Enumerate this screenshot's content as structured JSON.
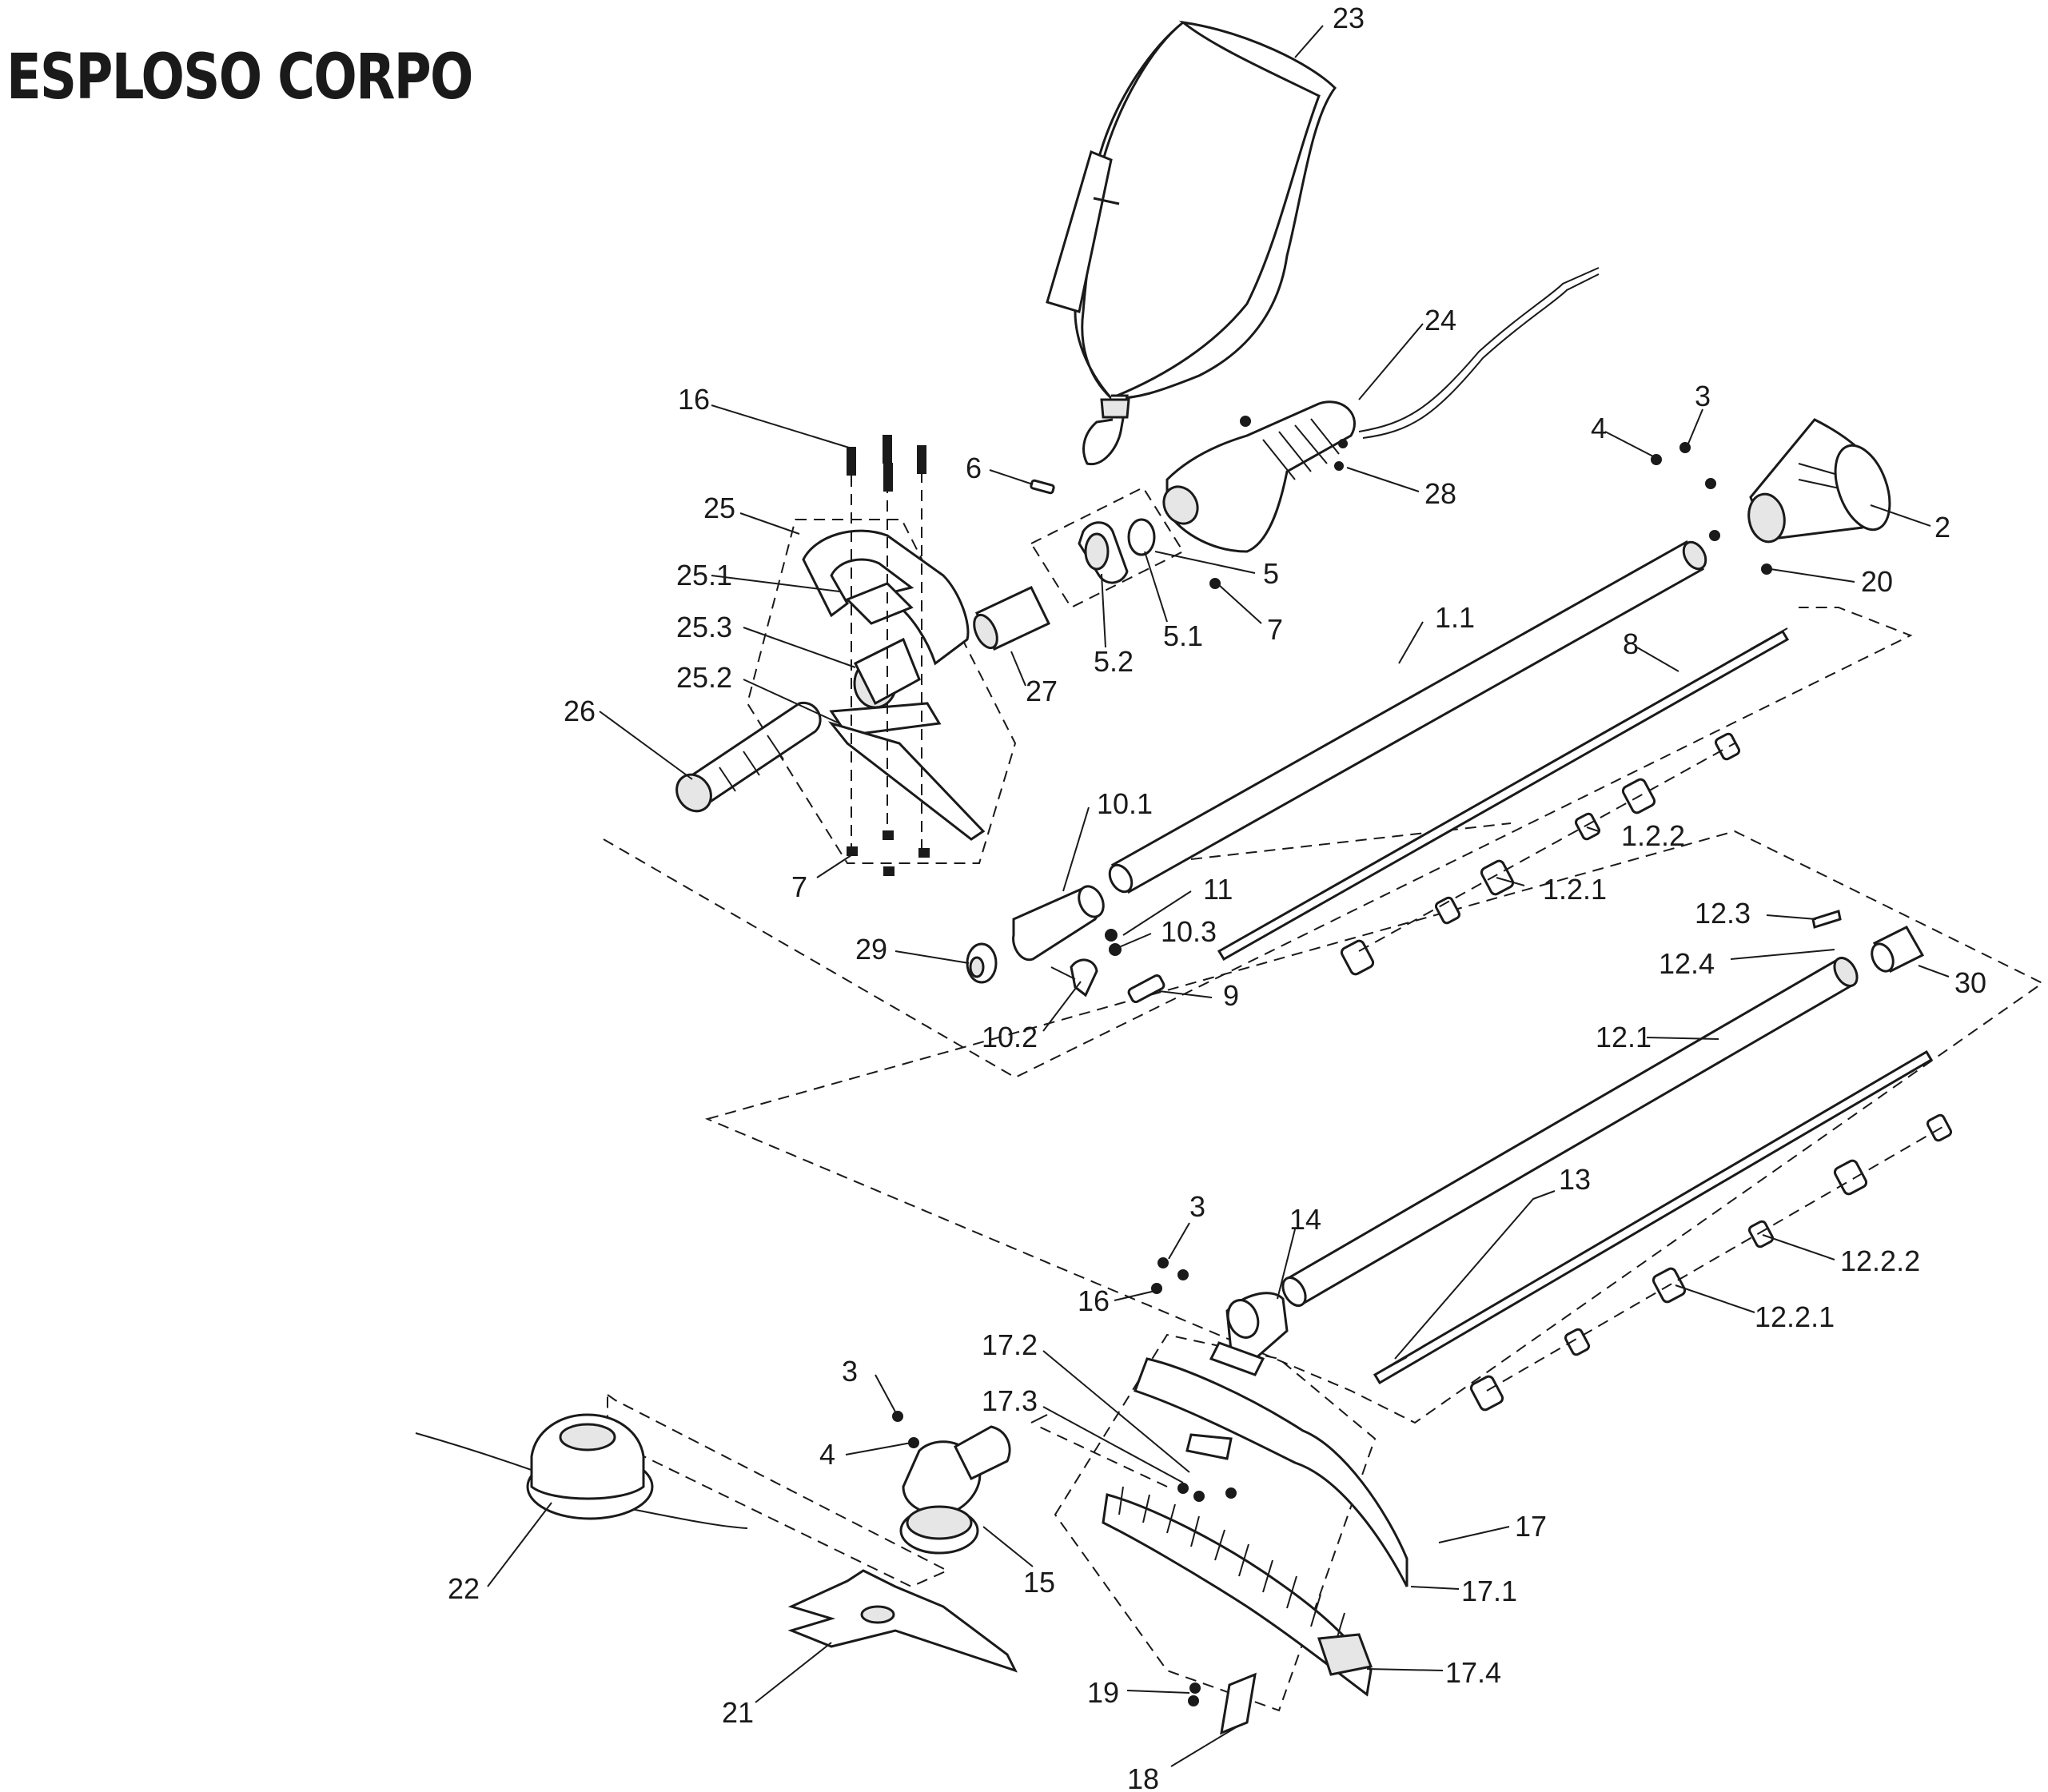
{
  "title": "ESPLOSO CORPO",
  "labels": [
    "23",
    "24",
    "16",
    "3",
    "4",
    "2",
    "6",
    "28",
    "25",
    "25.1",
    "5",
    "20",
    "7",
    "5.1",
    "5.2",
    "1.1",
    "8",
    "25.3",
    "27",
    "25.2",
    "26",
    "10.1",
    "1.2.2",
    "11",
    "1.2.1",
    "12.3",
    "10.3",
    "29",
    "12.4",
    "30",
    "9",
    "10.2",
    "12.1",
    "13",
    "3",
    "14",
    "12.2.2",
    "16",
    "12.2.1",
    "17.2",
    "3",
    "17.3",
    "4",
    "17",
    "22",
    "15",
    "17.1",
    "17.4",
    "19",
    "21",
    "18",
    "7"
  ]
}
